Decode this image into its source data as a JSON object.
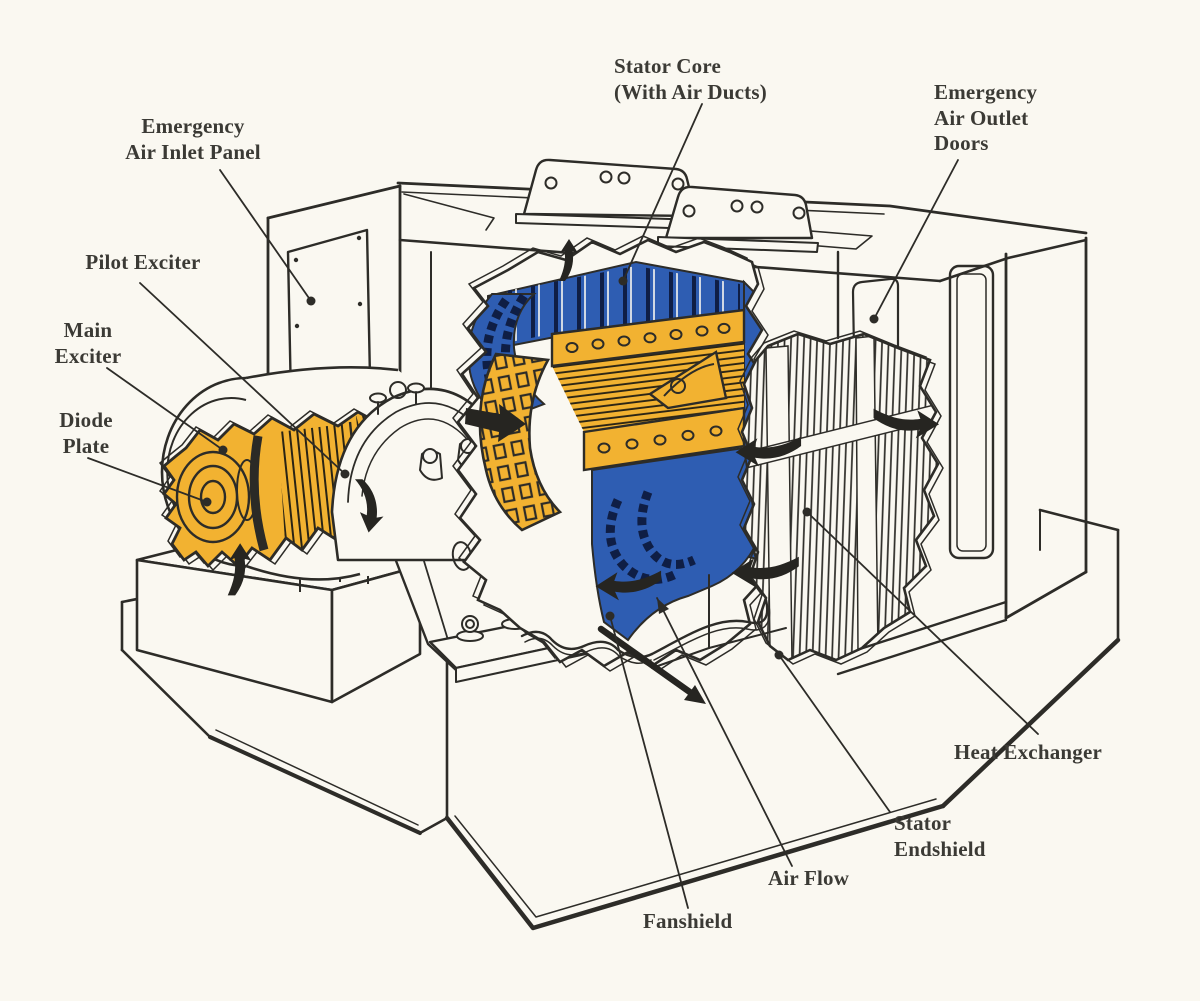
{
  "labels": {
    "emergency_air_inlet_panel": "Emergency\nAir Inlet Panel",
    "pilot_exciter": "Pilot Exciter",
    "main_exciter": "Main\nExciter",
    "diode_plate": "Diode\nPlate",
    "stator_core": "Stator Core\n(With Air Ducts)",
    "emergency_air_outlet_doors": "Emergency\nAir Outlet\nDoors",
    "heat_exchanger": "Heat Exchanger",
    "stator_endshield": "Stator\nEndshield",
    "air_flow": "Air Flow",
    "fanshield": "Fanshield"
  },
  "palette": {
    "background": "#faf8f1",
    "line": "#2d2c28",
    "stator_blue": "#2e5db2",
    "winding_yellow": "#f2b231",
    "label_text": "#3b3a35"
  }
}
